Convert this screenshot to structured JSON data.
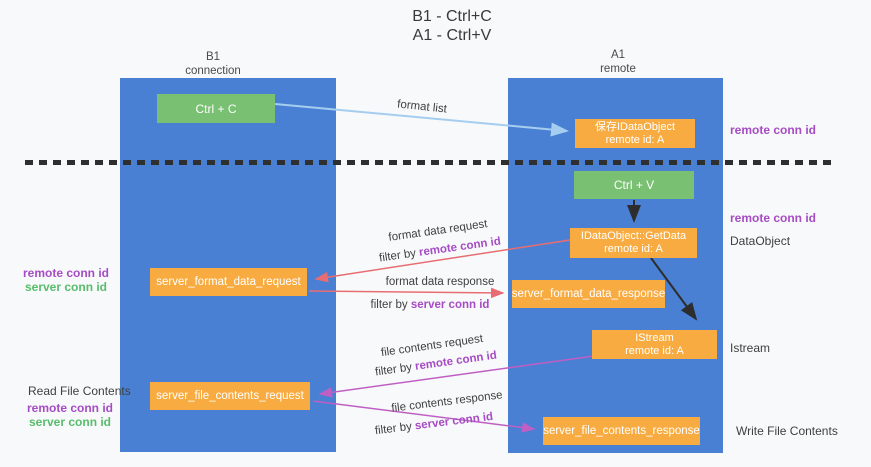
{
  "title": {
    "line1": "B1 - Ctrl+C",
    "line2": "A1 - Ctrl+V"
  },
  "columns": {
    "left": {
      "name": "B1",
      "role": "connection"
    },
    "right": {
      "name": "A1",
      "role": "remote"
    }
  },
  "boxes": {
    "ctrl_c": {
      "label": "Ctrl + C"
    },
    "ctrl_v": {
      "label": "Ctrl + V"
    },
    "save_idataobject": {
      "line1": "保存IDataObject",
      "line2": "remote id: A"
    },
    "idataobject_getdata": {
      "line1": "IDataObject::GetData",
      "line2": "remote id: A"
    },
    "istream": {
      "line1": "IStream",
      "line2": "remote id: A"
    },
    "server_format_data_request": {
      "label": "server_format_data_request"
    },
    "server_format_data_response": {
      "label": "server_format_data_response"
    },
    "server_file_contents_request": {
      "label": "server_file_contents_request"
    },
    "server_file_contents_response": {
      "label": "server_file_contents_response"
    }
  },
  "arrow_labels": {
    "format_list": "format list",
    "format_data_request": "format data request",
    "format_data_request_filter_prefix": "filter by ",
    "format_data_request_filter_key": "remote conn id",
    "format_data_response": "format data response",
    "format_data_response_filter_prefix": "filter by ",
    "format_data_response_filter_key": "server conn id",
    "file_contents_request": "file contents request",
    "file_contents_request_filter_prefix": "filter by ",
    "file_contents_request_filter_key": "remote conn id",
    "file_contents_response": "file contents response",
    "file_contents_response_filter_prefix": "filter by ",
    "file_contents_response_filter_key": "server conn id"
  },
  "side_labels": {
    "right_top_remote_conn_id": "remote conn id",
    "right_mid_remote_conn_id": "remote conn id",
    "dataobject": "DataObject",
    "istream": "Istream",
    "write_file_contents": "Write File Contents",
    "left_mid_remote_conn_id": "remote conn id",
    "left_mid_server_conn_id": "server conn id",
    "read_file_contents": "Read File Contents",
    "left_bottom_remote_conn_id": "remote conn id",
    "left_bottom_server_conn_id": "server conn id"
  },
  "colors": {
    "column_blue": "#4a80d4",
    "box_orange": "#f8ab40",
    "box_green": "#79c072",
    "arrow_light_blue": "#a5cdf0",
    "arrow_red": "#e86d72",
    "arrow_magenta": "#bf5fc4",
    "arrow_black": "#2d2d2d",
    "text_purple": "#a64cc4",
    "text_green": "#57bd6b"
  }
}
